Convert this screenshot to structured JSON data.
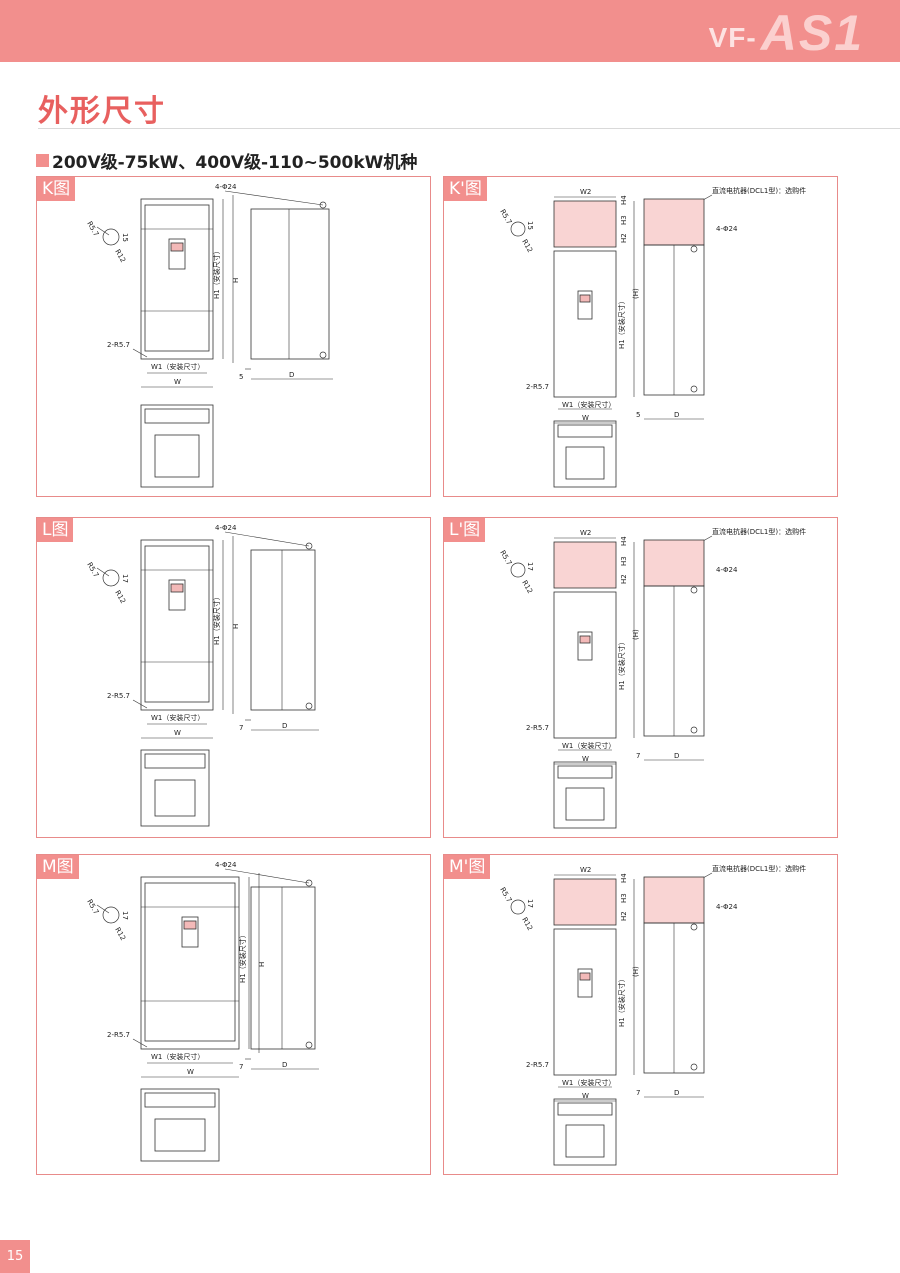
{
  "header": {
    "brand_prefix": "VF-",
    "brand_main": "AS1"
  },
  "page_title": "外形尺寸",
  "section_title": "200V级-75kW、400V级-110~500kW机种",
  "page_number": "15",
  "panels": [
    {
      "tag": "K图",
      "labels": [
        "4-Φ24",
        "R5.7",
        "15",
        "R12",
        "H1（安装尺寸）",
        "H",
        "2-R5.7",
        "W1（安装尺寸）",
        "W",
        "5",
        "D"
      ]
    },
    {
      "tag": "K'图",
      "labels": [
        "W2",
        "H4",
        "H3",
        "H2",
        "R5.7",
        "15",
        "R12",
        "直流电抗器(DCL1型)：选购件",
        "4-Φ24",
        "(H)",
        "H1（安装尺寸）",
        "2-R5.7",
        "W1（安装尺寸）",
        "W",
        "5",
        "D"
      ]
    },
    {
      "tag": "L图",
      "labels": [
        "4-Φ24",
        "R5.7",
        "17",
        "R12",
        "H1（安装尺寸）",
        "H",
        "2-R5.7",
        "W1（安装尺寸）",
        "W",
        "7",
        "D"
      ]
    },
    {
      "tag": "L'图",
      "labels": [
        "W2",
        "H4",
        "H3",
        "H2",
        "R5.7",
        "17",
        "R12",
        "直流电抗器(DCL1型)：选购件",
        "4-Φ24",
        "(H)",
        "H1（安装尺寸）",
        "2-R5.7",
        "W1（安装尺寸）",
        "W",
        "7",
        "D"
      ]
    },
    {
      "tag": "M图",
      "labels": [
        "4-Φ24",
        "R5.7",
        "17",
        "R12",
        "H1（安装尺寸）",
        "H",
        "2-R5.7",
        "W1（安装尺寸）",
        "W",
        "7",
        "D"
      ]
    },
    {
      "tag": "M'图",
      "labels": [
        "W2",
        "H4",
        "H3",
        "H2",
        "R5.7",
        "17",
        "R12",
        "直流电抗器(DCL1型)：选购件",
        "4-Φ24",
        "(H)",
        "H1（安装尺寸）",
        "2-R5.7",
        "W1（安装尺寸）",
        "W",
        "7",
        "D"
      ]
    }
  ]
}
